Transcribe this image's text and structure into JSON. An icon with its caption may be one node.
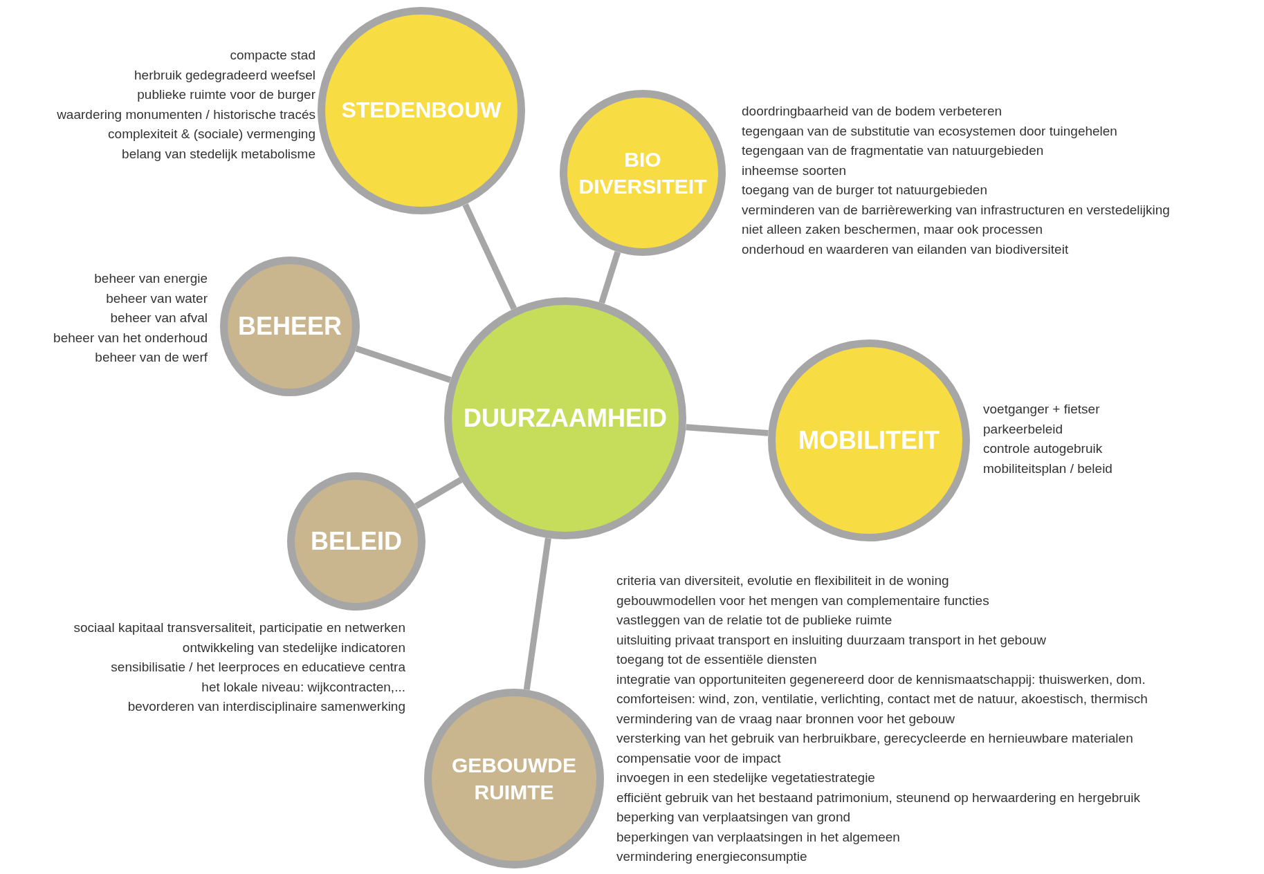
{
  "diagram": {
    "nodes": [
      {
        "text": [
          "STEDENBOUW"
        ],
        "beside": [
          "compacte stad",
          "herbruik gedegradeerd weefsel",
          "publieke ruimte voor de burger",
          "waardering monumenten / historische tracés",
          "complexiteit & (sociale) vermenging",
          "belang van stedelijk metabolisme"
        ]
      },
      {
        "text": [
          "BIO DIVERSITEIT"
        ],
        "beside": [
          "doordringbaarheid van de bodem verbeteren",
          "tegengaan van de substitutie van ecosystemen door tuingehelen",
          "tegengaan van de fragmentatie van natuurgebieden",
          "inheemse soorten",
          "toegang van de burger tot natuurgebieden",
          "verminderen van de barrièrewerking van infrastructuren en verstedelijking",
          "niet alleen zaken beschermen, maar ook processen",
          "onderhoud en waarderen van eilanden van biodiversiteit"
        ]
      },
      {
        "text": [
          "BEHEER"
        ],
        "beside": [
          "beheer van energie",
          "beheer van water",
          "beheer van afval",
          "beheer van het onderhoud",
          "beheer van de werf"
        ]
      },
      {
        "text": [
          "DUURZAAMHEID"
        ]
      },
      {
        "text": [
          "MOBILITEIT"
        ],
        "beside": [
          "voetganger + fietser",
          "parkeerbeleid",
          "controle autogebruik",
          "mobiliteitsplan / beleid"
        ]
      },
      {
        "text": [
          "BELEID"
        ],
        "beside": [
          "sociaal kapitaal transversaliteit, participatie en netwerken",
          "ontwikkeling van stedelijke indicatoren",
          "sensibilisatie / het leerproces en educatieve centra",
          "het lokale niveau: wijkcontracten,...",
          "bevorderen van interdisciplinaire samenwerking"
        ]
      },
      {
        "text": [
          "GEBOUWDE RUIMTE"
        ],
        "beside": [
          "criteria van diversiteit, evolutie en flexibiliteit in de woning",
          "gebouwmodellen voor het mengen van complementaire functies",
          "vastleggen van de relatie tot de publieke ruimte",
          "uitsluiting privaat transport en insluiting duurzaam transport in het gebouw",
          "toegang tot de essentiële diensten",
          "integratie van opportuniteiten gegenereerd door de kennismaatschappij: thuiswerken, dom.",
          "comforteisen: wind, zon, ventilatie, verlichting, contact met de natuur, akoestisch, thermisch",
          "vermindering van de vraag naar bronnen voor het gebouw",
          "versterking van het gebruik van herbruikbare, gerecycleerde en hernieuwbare materialen",
          "compensatie voor de impact",
          "invoegen in een stedelijke vegetatiestrategie",
          "efficiënt gebruik van het bestaand patrimonium, steunend op herwaardering en hergebruik",
          "beperking van verplaatsingen van grond",
          "beperkingen van verplaatsingen in het algemeen",
          "vermindering energieconsumptie"
        ]
      }
    ],
    "edges": [
      {
        "from": 3,
        "to": 0,
        "arrow": "none"
      },
      {
        "from": 3,
        "to": 1,
        "arrow": "none"
      },
      {
        "from": 3,
        "to": 2,
        "arrow": "none"
      },
      {
        "from": 3,
        "to": 4,
        "arrow": "none"
      },
      {
        "from": 3,
        "to": 5,
        "arrow": "none"
      },
      {
        "from": 3,
        "to": 6,
        "arrow": "none"
      }
    ]
  }
}
